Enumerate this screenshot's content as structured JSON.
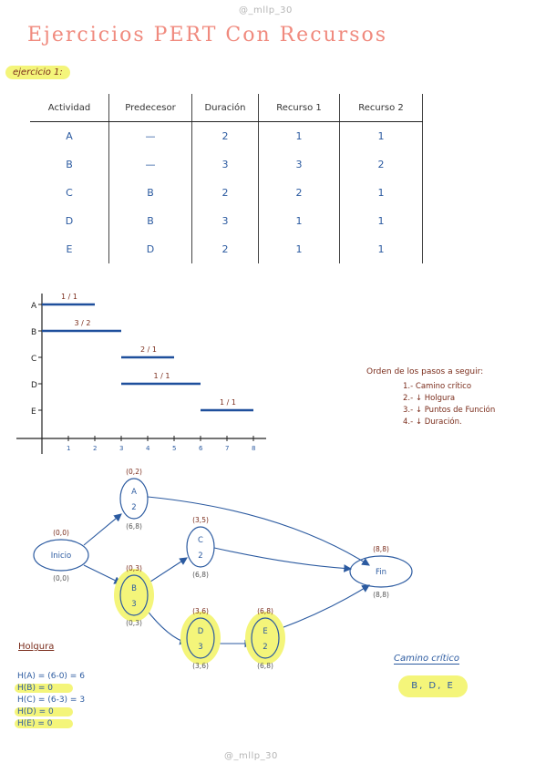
{
  "watermark_top": "@_mllp_30",
  "watermark_bottom": "@_mllp_30",
  "title": "Ejercicios PERT Con Recursos",
  "exercise_label": "ejercicio 1:",
  "table": {
    "headers": [
      "Actividad",
      "Predecesor",
      "Duración",
      "Recurso 1",
      "Recurso 2"
    ],
    "rows": [
      [
        "A",
        "—",
        "2",
        "1",
        "1"
      ],
      [
        "B",
        "—",
        "3",
        "3",
        "2"
      ],
      [
        "C",
        "B",
        "2",
        "2",
        "1"
      ],
      [
        "D",
        "B",
        "3",
        "1",
        "1"
      ],
      [
        "E",
        "D",
        "2",
        "1",
        "1"
      ]
    ]
  },
  "gantt": {
    "rows": [
      "A",
      "B",
      "C",
      "D",
      "E"
    ],
    "bars": [
      {
        "activity": "A",
        "start": 0,
        "end": 2,
        "label": "1 / 1"
      },
      {
        "activity": "B",
        "start": 0,
        "end": 3,
        "label": "3 / 2"
      },
      {
        "activity": "C",
        "start": 3,
        "end": 5,
        "label": "2 / 1"
      },
      {
        "activity": "D",
        "start": 3,
        "end": 6,
        "label": "1 / 1"
      },
      {
        "activity": "E",
        "start": 6,
        "end": 8,
        "label": "1 / 1"
      }
    ],
    "x_ticks": [
      "1",
      "2",
      "3",
      "4",
      "5",
      "6",
      "7",
      "8"
    ],
    "color": "#1e4f9c"
  },
  "steps": {
    "heading": "Orden de los pasos a seguir:",
    "items": [
      "1.- Camino crítico",
      "2.- ↓ Holgura",
      "3.- ↓ Puntos de Función",
      "4.- ↓ Duración."
    ]
  },
  "network": {
    "nodes": [
      {
        "id": "inicio",
        "name": "Inicio",
        "dur": "",
        "top": "(0,0)",
        "bottom": "(0,0)",
        "highlight": false
      },
      {
        "id": "A",
        "name": "A",
        "dur": "2",
        "top": "(0,2)",
        "bottom": "(6,8)",
        "highlight": false
      },
      {
        "id": "B",
        "name": "B",
        "dur": "3",
        "top": "(0,3)",
        "bottom": "(0,3)",
        "highlight": true
      },
      {
        "id": "C",
        "name": "C",
        "dur": "2",
        "top": "(3,5)",
        "bottom": "(6,8)",
        "highlight": false
      },
      {
        "id": "D",
        "name": "D",
        "dur": "3",
        "top": "(3,6)",
        "bottom": "(3,6)",
        "highlight": true
      },
      {
        "id": "E",
        "name": "E",
        "dur": "2",
        "top": "(6,8)",
        "bottom": "(6,8)",
        "highlight": true
      },
      {
        "id": "fin",
        "name": "Fin",
        "dur": "",
        "top": "(8,8)",
        "bottom": "(8,8)",
        "highlight": false
      }
    ],
    "edges": [
      [
        "inicio",
        "A"
      ],
      [
        "inicio",
        "B"
      ],
      [
        "A",
        "fin"
      ],
      [
        "B",
        "C"
      ],
      [
        "B",
        "D"
      ],
      [
        "C",
        "fin"
      ],
      [
        "D",
        "E"
      ],
      [
        "E",
        "fin"
      ]
    ]
  },
  "holgura": {
    "heading": "Holgura",
    "items": [
      {
        "text": "H(A) = (6-0) = 6",
        "highlight": false
      },
      {
        "text": "H(B) = 0",
        "highlight": true
      },
      {
        "text": "H(C) = (6-3) = 3",
        "highlight": false
      },
      {
        "text": "H(D) = 0",
        "highlight": true
      },
      {
        "text": "H(E) = 0",
        "highlight": true
      }
    ]
  },
  "critical_path": {
    "label": "Camino crítico",
    "value": "B, D, E"
  },
  "colors": {
    "blue": "#2b5aa0",
    "red": "#7a2c1b",
    "title": "#f08a7e",
    "highlight": "#f4f57a"
  }
}
